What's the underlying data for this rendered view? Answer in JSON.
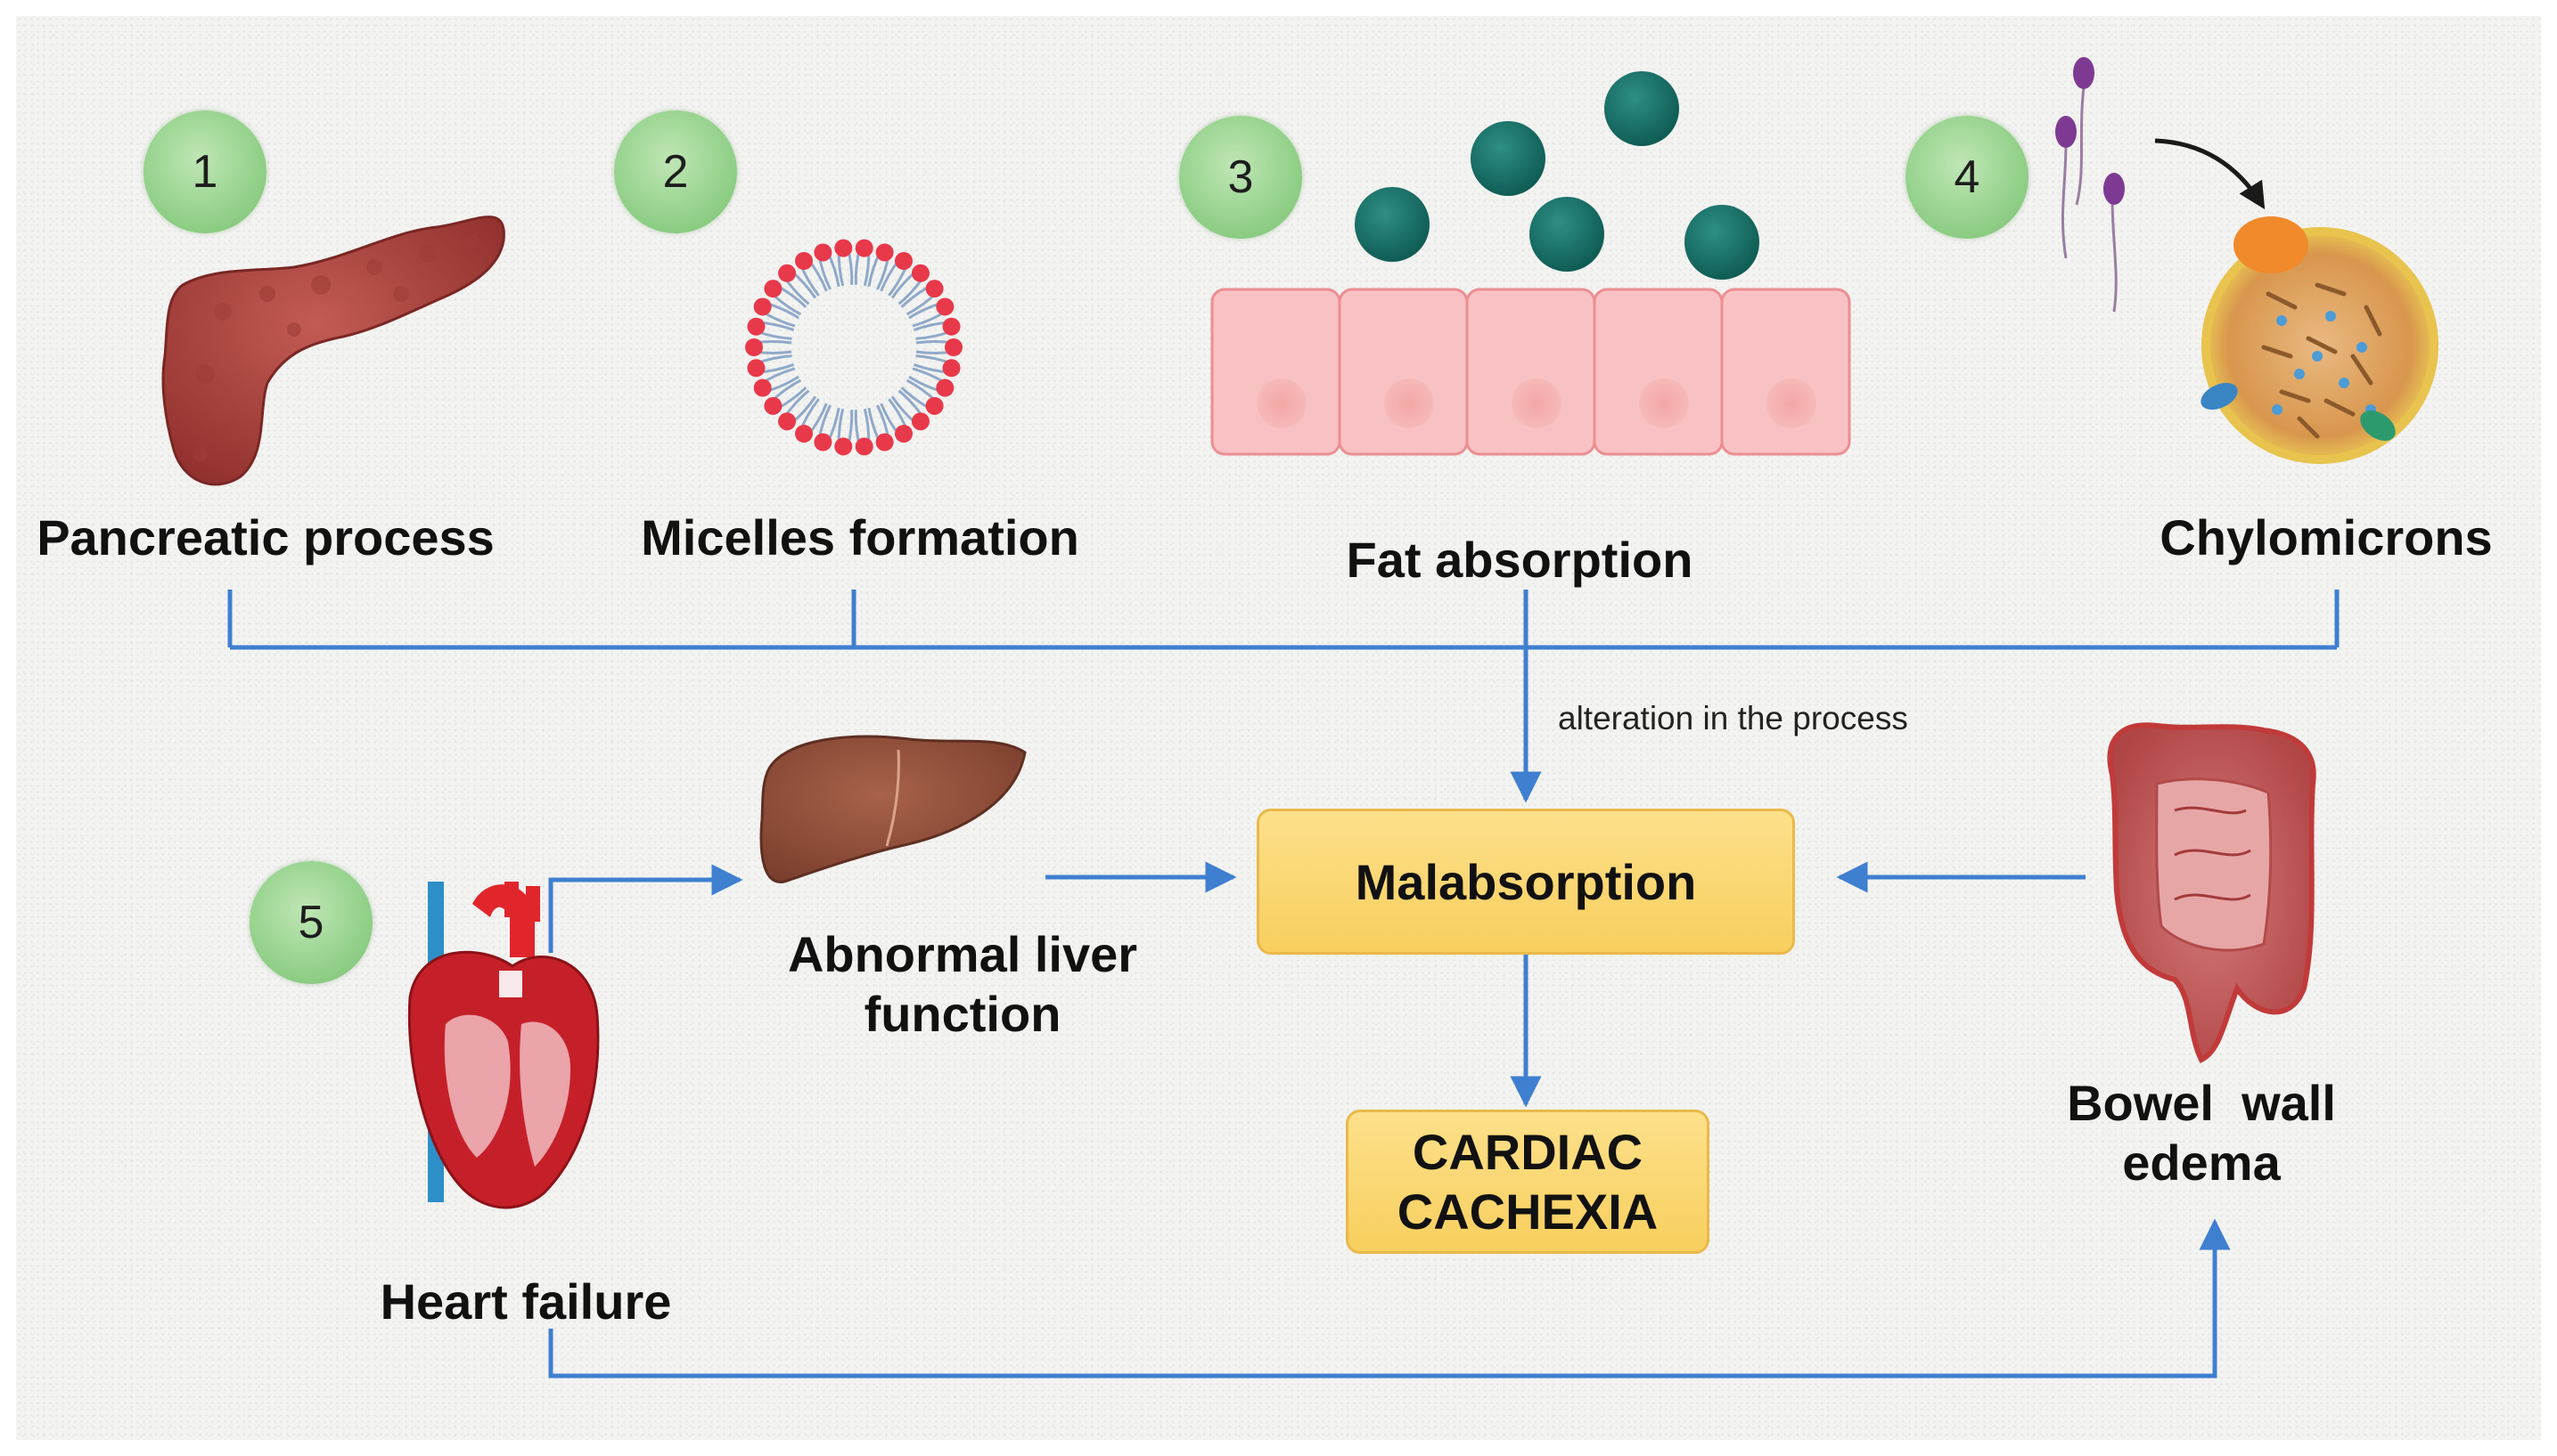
{
  "steps": [
    {
      "number": "1",
      "label": "Pancreatic process"
    },
    {
      "number": "2",
      "label": "Micelles formation"
    },
    {
      "number": "3",
      "label": "Fat absorption"
    },
    {
      "number": "4",
      "label": "Chylomicrons"
    },
    {
      "number": "5",
      "label": "Heart failure"
    }
  ],
  "edge_label": "alteration in the process",
  "liver_label": "Abnormal liver\nfunction",
  "bowel_label": "Bowel  wall\nedema",
  "malabsorption_label": "Malabsorption",
  "outcome_label": "CARDIAC\nCACHEXIA",
  "colors": {
    "arrow": "#3f7fd0",
    "box_fill": "#fbd56f",
    "step_circle": "#93d18a"
  }
}
